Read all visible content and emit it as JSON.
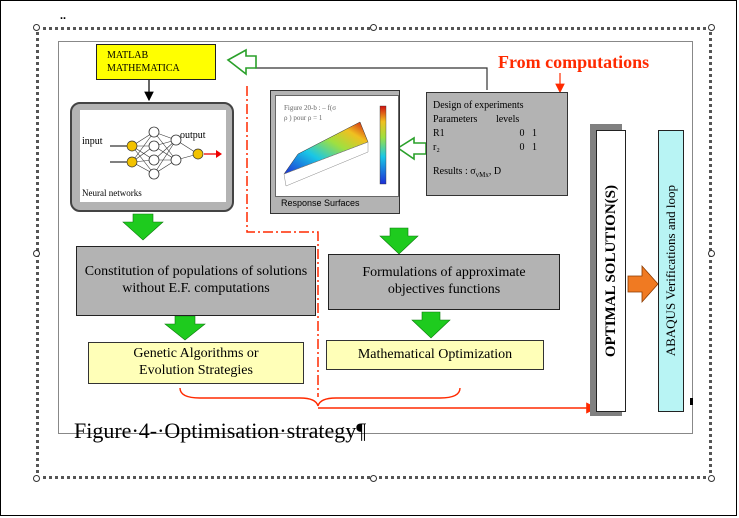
{
  "top_mark": "..",
  "matlab_box": {
    "line1": "MATLAB",
    "line2": "MATHEMATICA"
  },
  "from_computations": "From computations",
  "neural": {
    "input": "input",
    "output": "output",
    "caption": "Neural networks"
  },
  "surface": {
    "inset_line1": "Figure 20-b : – f(σ",
    "inset_line2": "ρ ) pour ρ = 1",
    "caption": "Response Surfaces"
  },
  "doe": {
    "title": "Design of experiments",
    "header_params": "Parameters",
    "header_levels": "levels",
    "row1_name": "R1",
    "row1_levels": "0   1",
    "row2_name": "r₂",
    "row2_levels": "0   1",
    "results": "Results : σ",
    "results_sub": "vMx",
    "results_tail": ", D"
  },
  "constitution": "Constitution of populations of solutions without E.F. computations",
  "formulations": "Formulations of approximate objectives functions",
  "genetic": {
    "line1": "Genetic Algorithms or",
    "line2": "Evolution Strategies"
  },
  "math_opt": "Mathematical Optimization",
  "optimal": "OPTIMAL SOLUTION(S)",
  "abaqus": "ABAQUS Verifications and loop",
  "figure_caption": "Figure·4-·Optimisation·strategy¶",
  "colors": {
    "gray": "#b3b3b3",
    "yellow": "#ffffb8",
    "cyan": "#b8f4f4",
    "green_arrow": "#1ecb1e",
    "red": "#ff2a00",
    "orange": "#f07a22"
  }
}
